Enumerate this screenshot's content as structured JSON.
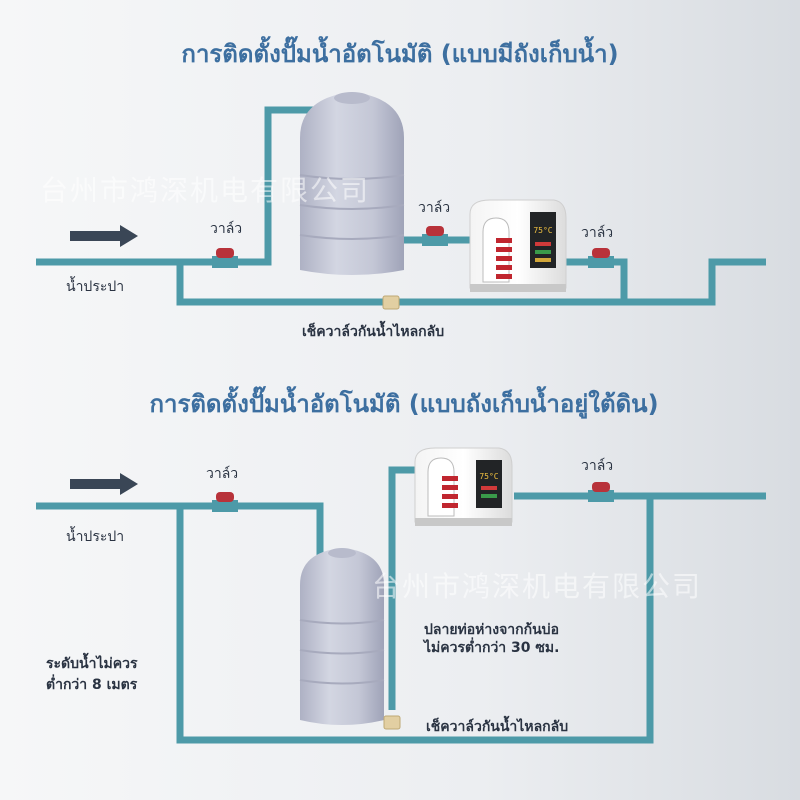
{
  "watermark": "台州市鸿深机电有限公司",
  "section_top": {
    "title": "การติดตั้งปั๊มน้ำอัตโนมัติ (แบบมีถังเก็บน้ำ)",
    "inlet_label": "น้ำประปา",
    "valve_labels": [
      "วาล์ว",
      "วาล์ว",
      "วาล์ว"
    ],
    "check_valve_label": "เช็ควาล์วกันน้ำไหลกลับ"
  },
  "section_bottom": {
    "title": "การติดตั้งปั๊มน้ำอัตโนมัติ (แบบถังเก็บน้ำอยู่ใต้ดิน)",
    "inlet_label": "น้ำประปา",
    "valve_labels": [
      "วาล์ว",
      "วาล์ว"
    ],
    "level_note": [
      "ระดับน้ำไม่ควร",
      "ต่ำกว่า 8 เมตร"
    ],
    "pipe_end_note": [
      "ปลายท่อห่างจากก้นบ่อ",
      "ไม่ควรต่ำกว่า 30 ซม."
    ],
    "check_valve_label": "เช็ควาล์วกันน้ำไหลกลับ"
  },
  "pump_display": "75°C",
  "colors": {
    "title": "#3d6fa0",
    "pipe": "#4d9aa8",
    "valve": "#b8323a",
    "arrow": "#3a4656",
    "tank": "#c9ccd9",
    "check_valve": "#e2cfa2"
  }
}
